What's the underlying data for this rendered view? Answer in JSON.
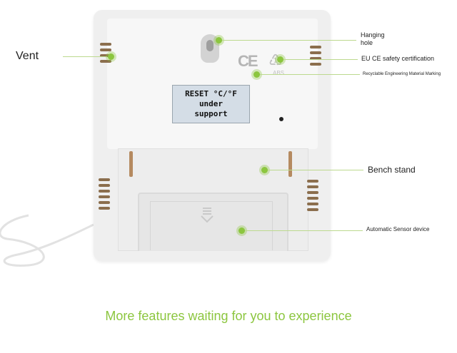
{
  "labels": {
    "vent": "Vent",
    "hanging_hole_line1": "Hanging",
    "hanging_hole_line2": "hole",
    "eu_ce": "EU CE safety certification",
    "recyclable": "Recyclable Engineering Material Marking",
    "bench_stand": "Bench stand",
    "sensor": "Automatic Sensor device"
  },
  "device": {
    "ce_mark": "CE",
    "material_code": "ABS",
    "lcd_line1": "RESET  °C/°F",
    "lcd_line2": "under",
    "lcd_line3": "support"
  },
  "footer": {
    "headline": "More features waiting for you to experience"
  },
  "colors": {
    "accent": "#8cc63f",
    "vent": "#8b6e4d",
    "hinge": "#b58a60"
  }
}
